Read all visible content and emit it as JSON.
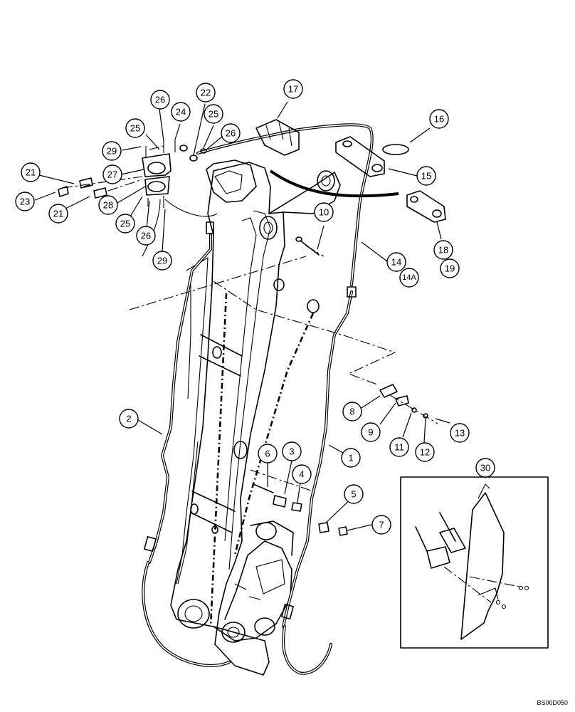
{
  "figure_code": "BS00D050",
  "callouts": [
    {
      "id": "c1",
      "label": "1"
    },
    {
      "id": "c2",
      "label": "2"
    },
    {
      "id": "c3",
      "label": "3"
    },
    {
      "id": "c4",
      "label": "4"
    },
    {
      "id": "c5",
      "label": "5"
    },
    {
      "id": "c6",
      "label": "6"
    },
    {
      "id": "c7",
      "label": "7"
    },
    {
      "id": "c8",
      "label": "8"
    },
    {
      "id": "c9",
      "label": "9"
    },
    {
      "id": "c10",
      "label": "10"
    },
    {
      "id": "c11",
      "label": "11"
    },
    {
      "id": "c12",
      "label": "12"
    },
    {
      "id": "c13",
      "label": "13"
    },
    {
      "id": "c14",
      "label": "14"
    },
    {
      "id": "c14a",
      "label": "14A"
    },
    {
      "id": "c15",
      "label": "15"
    },
    {
      "id": "c16",
      "label": "16"
    },
    {
      "id": "c17",
      "label": "17"
    },
    {
      "id": "c18",
      "label": "18"
    },
    {
      "id": "c19",
      "label": "19"
    },
    {
      "id": "c21a",
      "label": "21"
    },
    {
      "id": "c21b",
      "label": "21"
    },
    {
      "id": "c22",
      "label": "22"
    },
    {
      "id": "c23",
      "label": "23"
    },
    {
      "id": "c24",
      "label": "24"
    },
    {
      "id": "c25a",
      "label": "25"
    },
    {
      "id": "c25b",
      "label": "25"
    },
    {
      "id": "c25c",
      "label": "25"
    },
    {
      "id": "c26a",
      "label": "26"
    },
    {
      "id": "c26b",
      "label": "26"
    },
    {
      "id": "c26c",
      "label": "26"
    },
    {
      "id": "c27",
      "label": "27"
    },
    {
      "id": "c28",
      "label": "28"
    },
    {
      "id": "c29a",
      "label": "29"
    },
    {
      "id": "c29b",
      "label": "29"
    },
    {
      "id": "c30",
      "label": "30"
    }
  ]
}
